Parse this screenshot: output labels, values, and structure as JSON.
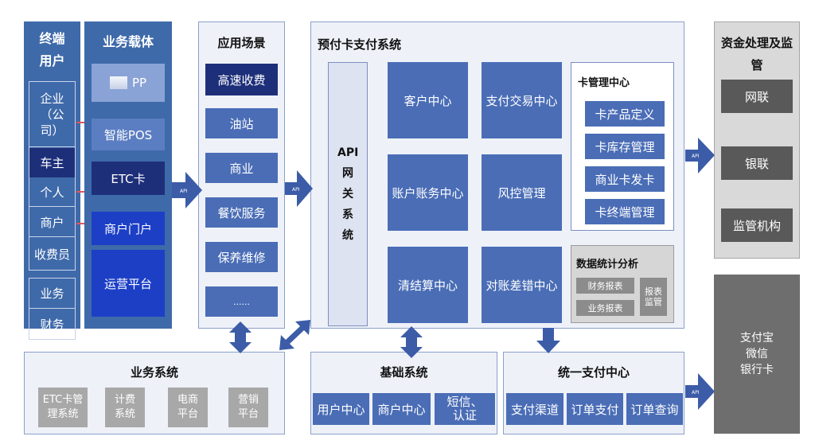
{
  "terminal_users": {
    "title": "终端用户",
    "items": [
      "企业（公司）",
      "车主",
      "个人",
      "商户",
      "收费员",
      "业务",
      "财务"
    ]
  },
  "business_carriers": {
    "title": "业务载体",
    "items": [
      "PP",
      "智能POS",
      "ETC卡",
      "商户门户",
      "运营平台"
    ]
  },
  "scenarios": {
    "title": "应用场景",
    "items": [
      "高速收费",
      "油站",
      "商业",
      "餐饮服务",
      "保养维修",
      "......"
    ]
  },
  "prepaid": {
    "title": "预付卡支付系统",
    "api_gateway": "API网关系统",
    "grid": [
      "客户中心",
      "支付交易中心",
      "账户账务中心",
      "风控管理",
      "清结算中心",
      "对账差错中心"
    ],
    "card_center": {
      "title": "卡管理中心",
      "items": [
        "卡产品定义",
        "卡库存管理",
        "商业卡发卡",
        "卡终端管理"
      ]
    },
    "stats": {
      "title": "数据统计分析",
      "items": [
        "财务报表",
        "业务报表"
      ],
      "side": "报表监管"
    }
  },
  "funds": {
    "title": "资金处理及监管",
    "items": [
      "网联",
      "银联",
      "监管机构"
    ]
  },
  "channels": {
    "text": "支付宝\n微信\n银行卡"
  },
  "business_system": {
    "title": "业务系统",
    "items": [
      "ETC卡管理系统",
      "计费系统",
      "电商平台",
      "营销平台"
    ]
  },
  "base_system": {
    "title": "基础系统",
    "items": [
      "用户中心",
      "商户中心",
      "短信、认证"
    ]
  },
  "unified_pay": {
    "title": "统一支付中心",
    "items": [
      "支付渠道",
      "订单支付",
      "订单查询"
    ]
  },
  "api_label": "API",
  "colors": {
    "arrow": "#3c5ca8",
    "dark_panel": "#3f6aaa"
  }
}
